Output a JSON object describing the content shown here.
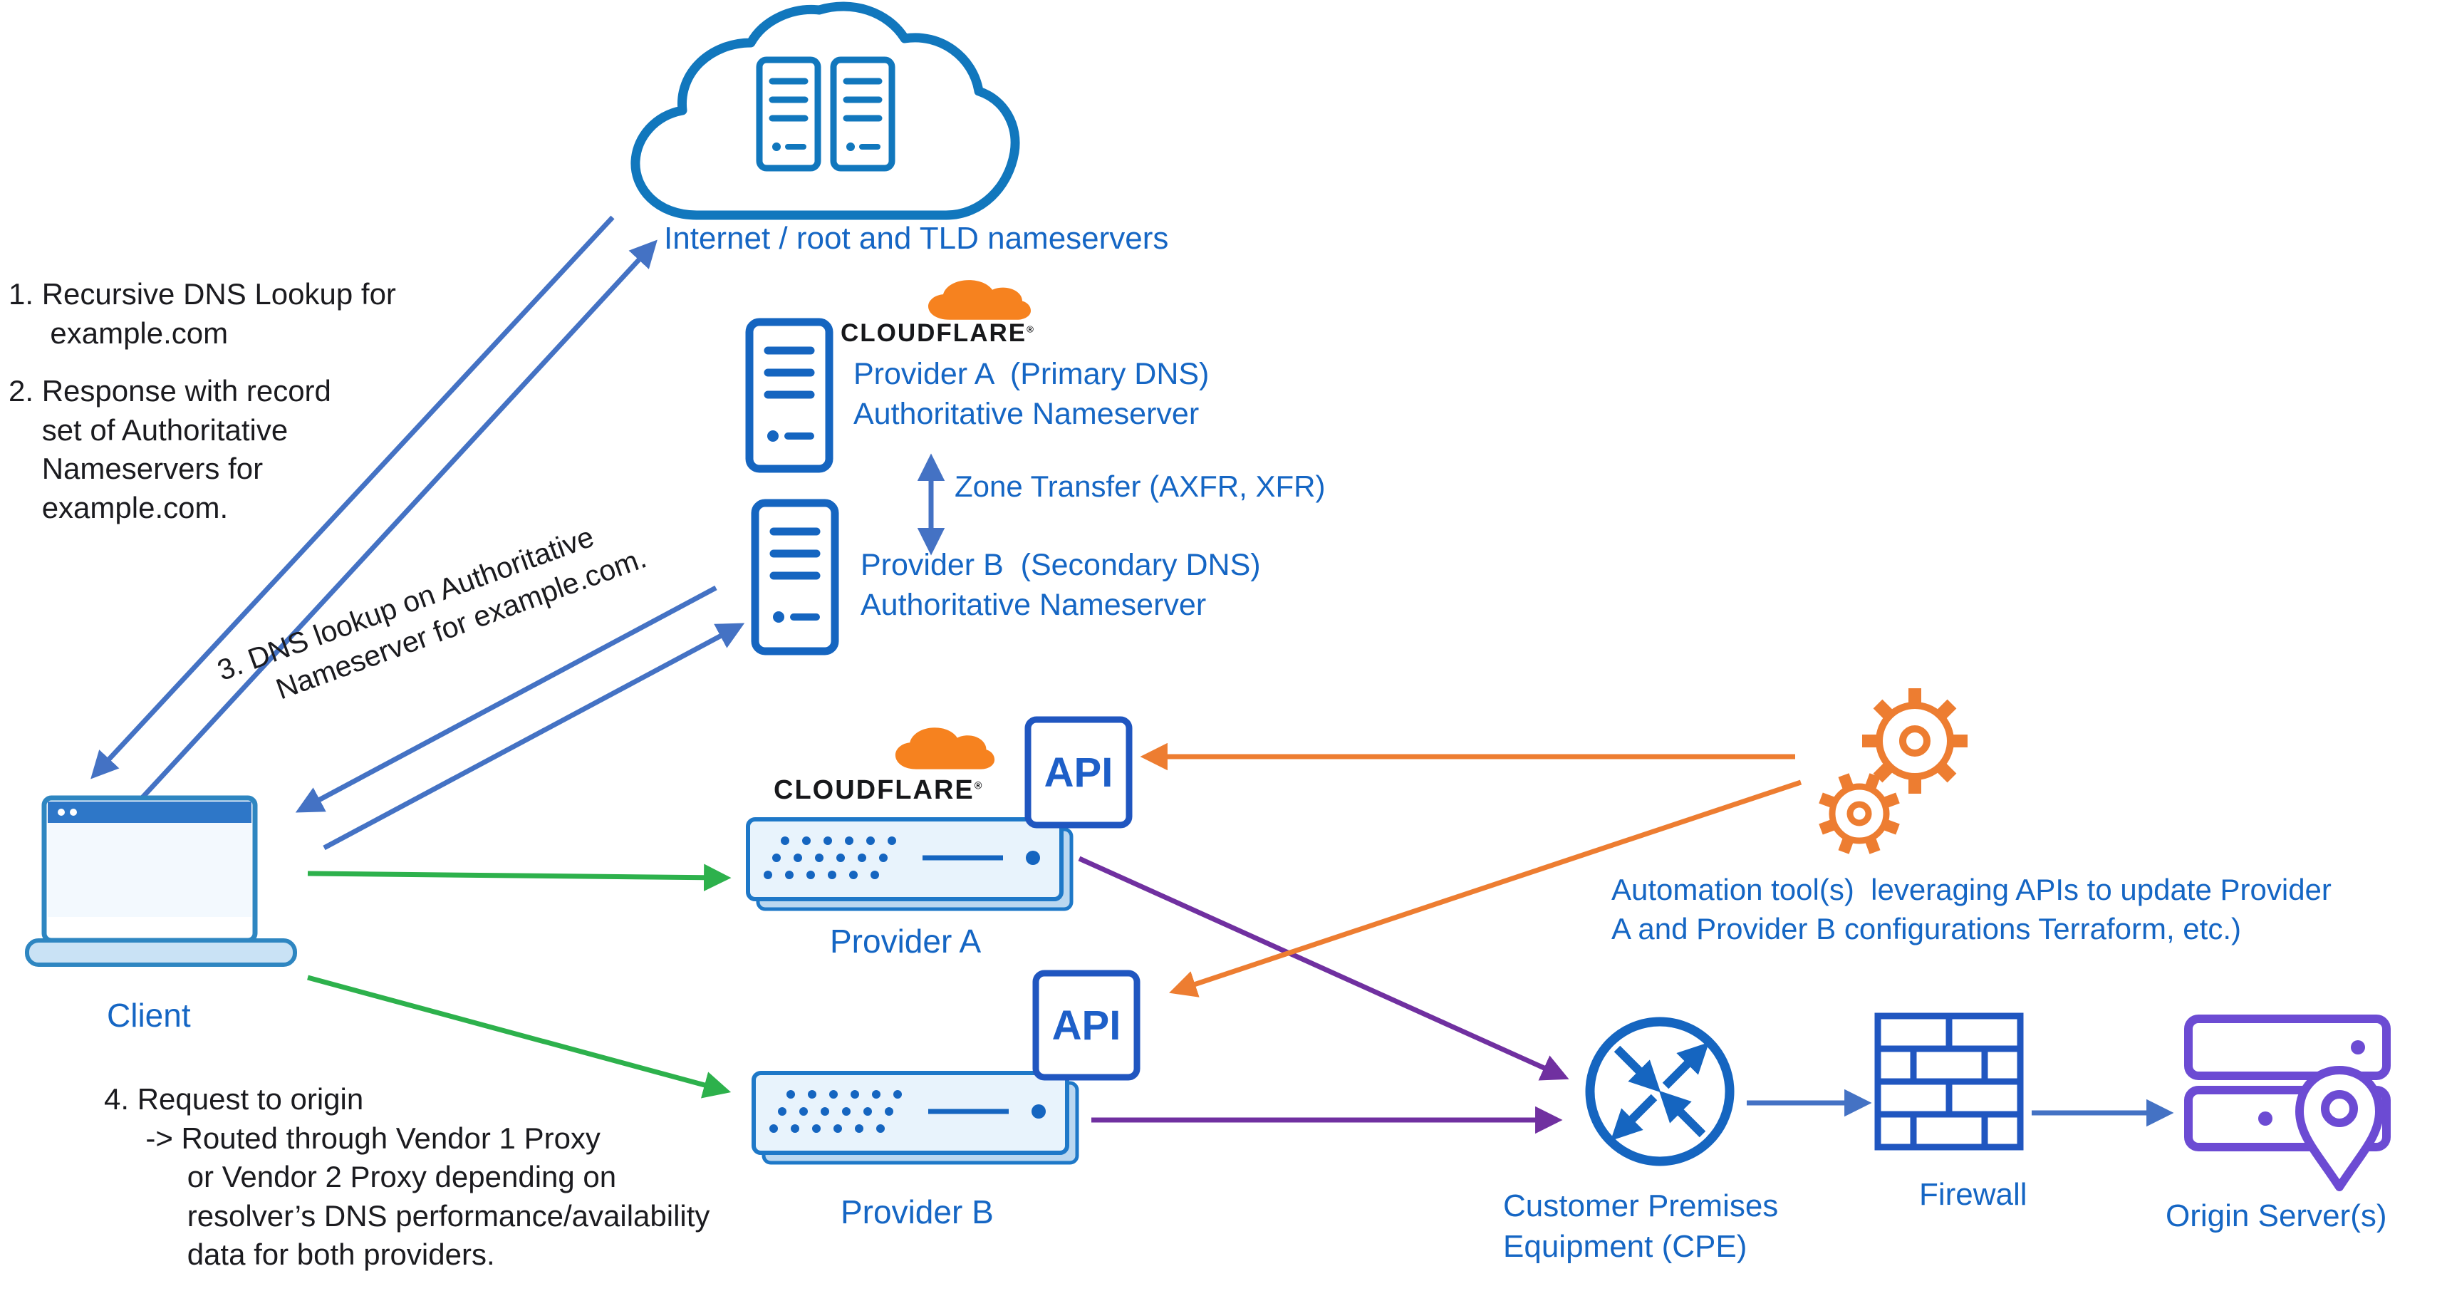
{
  "labels": {
    "internet": "Internet / root and TLD nameservers",
    "cloudflare": "CLOUDFLARE",
    "registered": "®",
    "provider_a_ns": "Provider A  (Primary DNS)\nAuthoritative Nameserver",
    "zone_transfer": "Zone Transfer (AXFR, XFR)",
    "provider_b_ns": "Provider B  (Secondary DNS)\nAuthoritative Nameserver",
    "client": "Client",
    "api": "API",
    "provider_a": "Provider A",
    "provider_b": "Provider B",
    "automation": "Automation tool(s)  leveraging APIs to update Provider\nA and Provider B configurations Terraform, etc.)",
    "cpe": "Customer Premises\nEquipment (CPE)",
    "firewall": "Firewall",
    "origin": "Origin Server(s)"
  },
  "notes": {
    "step1": "1. Recursive DNS Lookup for\n     example.com",
    "step2": "2. Response with record\n    set of Authoritative\n    Nameservers for\n    example.com.",
    "step3": "3. DNS lookup on Authoritative\n      Nameserver for example.com.",
    "step4": "4. Request to origin\n     -> Routed through Vendor 1 Proxy\n          or Vendor 2 Proxy depending on\n          resolver’s DNS performance/availability\n          data for both providers."
  },
  "colors": {
    "arrow_blue": "#4472C4",
    "arrow_green": "#2DB14C",
    "arrow_purple": "#7030A0",
    "arrow_orange": "#ED7D31",
    "icon_blue": "#1565C0",
    "cloud_blue": "#1177BD",
    "text_blue": "#1566C4",
    "origin_purple": "#6C4BD3",
    "cloudflare_orange": "#F6821F",
    "wordmark_black": "#17181B"
  }
}
